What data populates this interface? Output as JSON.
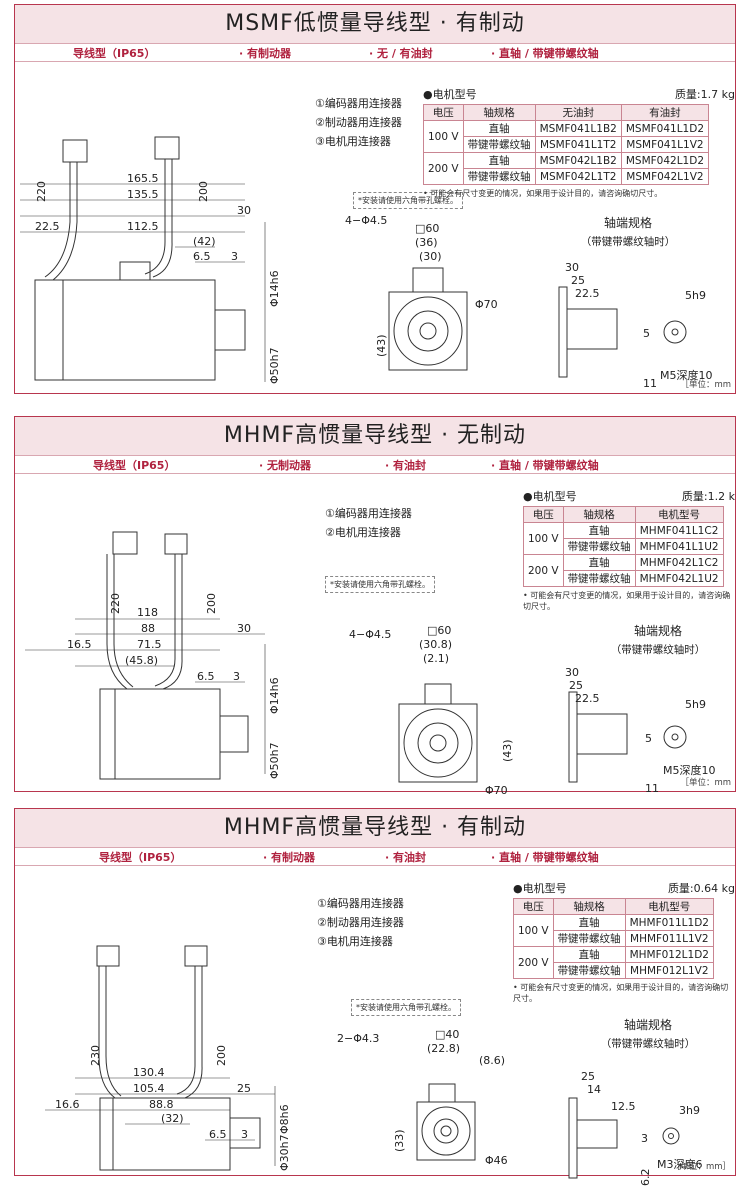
{
  "sections": [
    {
      "title": "MSMF低惯量导线型 · 有制动",
      "tags": [
        "导线型（IP65）",
        "· 有制动器",
        "· 无 / 有油封",
        "· 直轴 / 带键带螺纹轴"
      ],
      "connectors": [
        "①编码器用连接器",
        "②制动器用连接器",
        "③电机用连接器"
      ],
      "note": "*安装请使用六角带孔螺栓。",
      "model_label": "●电机型号",
      "weight": "质量:1.7 kg",
      "table_headers": [
        "电压",
        "轴规格",
        "无油封",
        "有油封"
      ],
      "rows": [
        [
          "100 V",
          "直轴",
          "MSMF041L1B2",
          "MSMF041L1D2"
        ],
        [
          "",
          "带键带螺纹轴",
          "MSMF041L1T2",
          "MSMF041L1V2"
        ],
        [
          "200 V",
          "直轴",
          "MSMF042L1B2",
          "MSMF042L1D2"
        ],
        [
          "",
          "带键带螺纹轴",
          "MSMF042L1T2",
          "MSMF042L1V2"
        ]
      ],
      "footnote": "• 可能会有尺寸变更的情况，如果用于设计目的，请咨询确切尺寸。",
      "shaft_title": "轴端规格",
      "shaft_sub": "（带键带螺纹轴时）",
      "unit": "［单位：mm",
      "side_dims": {
        "cable_a": "220",
        "cable_b": "200",
        "d1": "165.5",
        "d2": "135.5",
        "d3": "30",
        "d4": "22.5",
        "d5": "112.5",
        "d6": "(42)",
        "d7": "6.5",
        "d8": "3",
        "phi_shaft": "Φ14h6",
        "phi_pilot": "Φ50h7"
      },
      "front_dims": {
        "holes": "4−Φ4.5",
        "sq": "□60",
        "a": "(36)",
        "b": "(30)",
        "c": "(43)",
        "phi": "Φ70"
      },
      "shaft_dims": {
        "a": "30",
        "b": "25",
        "c": "22.5",
        "key": "5h9",
        "h": "5",
        "t": "11",
        "thread": "M5深度10"
      }
    },
    {
      "title": "MHMF高惯量导线型 · 无制动",
      "tags": [
        "导线型（IP65）",
        "· 无制动器",
        "· 有油封",
        "· 直轴 / 带键带螺纹轴"
      ],
      "connectors": [
        "①编码器用连接器",
        "②电机用连接器"
      ],
      "note": "*安装请使用六角带孔螺栓。",
      "model_label": "●电机型号",
      "weight": "质量:1.2 k",
      "table_headers": [
        "电压",
        "轴规格",
        "电机型号"
      ],
      "rows": [
        [
          "100 V",
          "直轴",
          "MHMF041L1C2"
        ],
        [
          "",
          "带键带螺纹轴",
          "MHMF041L1U2"
        ],
        [
          "200 V",
          "直轴",
          "MHMF042L1C2"
        ],
        [
          "",
          "带键带螺纹轴",
          "MHMF042L1U2"
        ]
      ],
      "footnote": "• 可能会有尺寸变更的情况，如果用于设计目的，请咨询确切尺寸。",
      "shaft_title": "轴端规格",
      "shaft_sub": "（带键带螺纹轴时）",
      "unit": "［单位：mm",
      "side_dims": {
        "cable_a": "220",
        "cable_b": "200",
        "d1": "118",
        "d2": "88",
        "d3": "30",
        "d4": "16.5",
        "d5": "71.5",
        "d6": "(45.8)",
        "d7": "6.5",
        "d8": "3",
        "phi_shaft": "Φ14h6",
        "phi_pilot": "Φ50h7"
      },
      "front_dims": {
        "holes": "4−Φ4.5",
        "sq": "□60",
        "a": "(30.8)",
        "b": "(2.1)",
        "c": "(43)",
        "phi": "Φ70"
      },
      "shaft_dims": {
        "a": "30",
        "b": "25",
        "c": "22.5",
        "key": "5h9",
        "h": "5",
        "t": "11",
        "thread": "M5深度10"
      }
    },
    {
      "title": "MHMF高惯量导线型 · 有制动",
      "tags": [
        "导线型（IP65）",
        "· 有制动器",
        "· 有油封",
        "· 直轴 / 带键带螺纹轴"
      ],
      "connectors": [
        "①编码器用连接器",
        "②制动器用连接器",
        "③电机用连接器"
      ],
      "note": "*安装请使用六角带孔螺栓。",
      "model_label": "●电机型号",
      "weight": "质量:0.64 kg",
      "table_headers": [
        "电压",
        "轴规格",
        "电机型号"
      ],
      "rows": [
        [
          "100 V",
          "直轴",
          "MHMF011L1D2"
        ],
        [
          "",
          "带键带螺纹轴",
          "MHMF011L1V2"
        ],
        [
          "200 V",
          "直轴",
          "MHMF012L1D2"
        ],
        [
          "",
          "带键带螺纹轴",
          "MHMF012L1V2"
        ]
      ],
      "footnote": "• 可能会有尺寸变更的情况，如果用于设计目的，请咨询确切尺寸。",
      "shaft_title": "轴端规格",
      "shaft_sub": "（带键带螺纹轴时）",
      "unit": "［单位：mm］",
      "side_dims": {
        "cable_a": "230",
        "cable_b": "200",
        "d1": "130.4",
        "d2": "105.4",
        "d3": "25",
        "d4": "16.6",
        "d5": "88.8",
        "d6": "(32)",
        "d7": "6.5",
        "d8": "3",
        "phi_shaft": "Φ8h6",
        "phi_pilot": "Φ30h7"
      },
      "front_dims": {
        "holes": "2−Φ4.3",
        "sq": "□40",
        "a": "(22.8)",
        "b": "(8.6)",
        "c": "(33)",
        "phi": "Φ46"
      },
      "shaft_dims": {
        "a": "25",
        "b": "14",
        "c": "12.5",
        "key": "3h9",
        "h": "3",
        "t": "6.2",
        "thread": "M3深度6"
      }
    }
  ]
}
